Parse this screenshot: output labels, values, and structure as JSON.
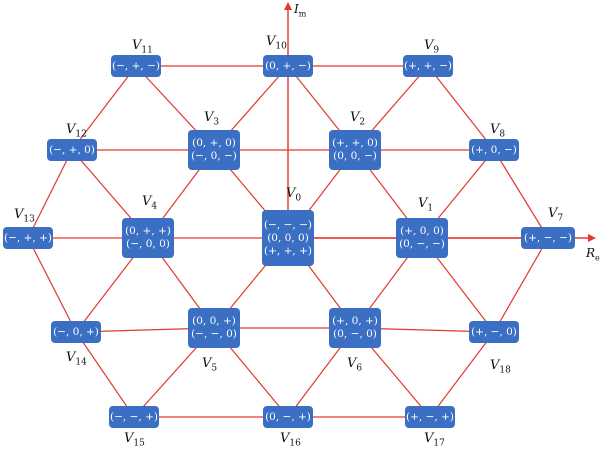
{
  "axes": {
    "imag": {
      "main": "I",
      "sub": "m"
    },
    "real": {
      "main": "R",
      "sub": "e"
    }
  },
  "colors": {
    "line": "#e0392f",
    "node": "#3a6fc4",
    "node_text": "#ffffff"
  },
  "vectors": [
    {
      "id": "V0",
      "main": "V",
      "sub": "0",
      "lines": [
        "(−, −, −)",
        "(0, 0, 0)",
        "(+, +, +)"
      ]
    },
    {
      "id": "V1",
      "main": "V",
      "sub": "1",
      "lines": [
        "(+, 0, 0)",
        "(0, −, −)"
      ]
    },
    {
      "id": "V2",
      "main": "V",
      "sub": "2",
      "lines": [
        "(+, +, 0)",
        "(0, 0, −)"
      ]
    },
    {
      "id": "V3",
      "main": "V",
      "sub": "3",
      "lines": [
        "(0, +, 0)",
        "(−, 0, −)"
      ]
    },
    {
      "id": "V4",
      "main": "V",
      "sub": "4",
      "lines": [
        "(0, +, +)",
        "(−, 0, 0)"
      ]
    },
    {
      "id": "V5",
      "main": "V",
      "sub": "5",
      "lines": [
        "(0, 0, +)",
        "(−, −, 0)"
      ]
    },
    {
      "id": "V6",
      "main": "V",
      "sub": "6",
      "lines": [
        "(+, 0, +)",
        "(0, −, 0)"
      ]
    },
    {
      "id": "V7",
      "main": "V",
      "sub": "7",
      "lines": [
        "(+, −, −)"
      ]
    },
    {
      "id": "V8",
      "main": "V",
      "sub": "8",
      "lines": [
        "(+, 0, −)"
      ]
    },
    {
      "id": "V9",
      "main": "V",
      "sub": "9",
      "lines": [
        "(+, +, −)"
      ]
    },
    {
      "id": "V10",
      "main": "V",
      "sub": "10",
      "lines": [
        "(0, +, −)"
      ]
    },
    {
      "id": "V11",
      "main": "V",
      "sub": "11",
      "lines": [
        "(−, +, −)"
      ]
    },
    {
      "id": "V12",
      "main": "V",
      "sub": "12",
      "lines": [
        "(−, +, 0)"
      ]
    },
    {
      "id": "V13",
      "main": "V",
      "sub": "13",
      "lines": [
        "(−, +, +)"
      ]
    },
    {
      "id": "V14",
      "main": "V",
      "sub": "14",
      "lines": [
        "(−, 0, +)"
      ]
    },
    {
      "id": "V15",
      "main": "V",
      "sub": "15",
      "lines": [
        "(−, −, +)"
      ]
    },
    {
      "id": "V16",
      "main": "V",
      "sub": "16",
      "lines": [
        "(0, −, +)"
      ]
    },
    {
      "id": "V17",
      "main": "V",
      "sub": "17",
      "lines": [
        "(+, −, +)"
      ]
    },
    {
      "id": "V18",
      "main": "V",
      "sub": "18",
      "lines": [
        "(+, −, 0)"
      ]
    }
  ],
  "edges": [
    [
      "V11",
      "V10"
    ],
    [
      "V10",
      "V9"
    ],
    [
      "V12",
      "V3"
    ],
    [
      "V3",
      "V2"
    ],
    [
      "V2",
      "V8"
    ],
    [
      "V13",
      "V4"
    ],
    [
      "V4",
      "V0"
    ],
    [
      "V0",
      "V1"
    ],
    [
      "V1",
      "V7"
    ],
    [
      "V14",
      "V5"
    ],
    [
      "V5",
      "V6"
    ],
    [
      "V6",
      "V18"
    ],
    [
      "V15",
      "V16"
    ],
    [
      "V16",
      "V17"
    ],
    [
      "V11",
      "V12"
    ],
    [
      "V12",
      "V13"
    ],
    [
      "V9",
      "V8"
    ],
    [
      "V8",
      "V7"
    ],
    [
      "V13",
      "V14"
    ],
    [
      "V14",
      "V15"
    ],
    [
      "V7",
      "V18"
    ],
    [
      "V18",
      "V17"
    ],
    [
      "V11",
      "V3"
    ],
    [
      "V3",
      "V0"
    ],
    [
      "V0",
      "V6"
    ],
    [
      "V6",
      "V17"
    ],
    [
      "V10",
      "V2"
    ],
    [
      "V2",
      "V1"
    ],
    [
      "V1",
      "V18"
    ],
    [
      "V12",
      "V4"
    ],
    [
      "V4",
      "V5"
    ],
    [
      "V5",
      "V16"
    ],
    [
      "V9",
      "V2"
    ],
    [
      "V2",
      "V0"
    ],
    [
      "V0",
      "V5"
    ],
    [
      "V5",
      "V15"
    ],
    [
      "V10",
      "V3"
    ],
    [
      "V3",
      "V4"
    ],
    [
      "V4",
      "V14"
    ],
    [
      "V8",
      "V1"
    ],
    [
      "V1",
      "V6"
    ],
    [
      "V6",
      "V16"
    ]
  ]
}
